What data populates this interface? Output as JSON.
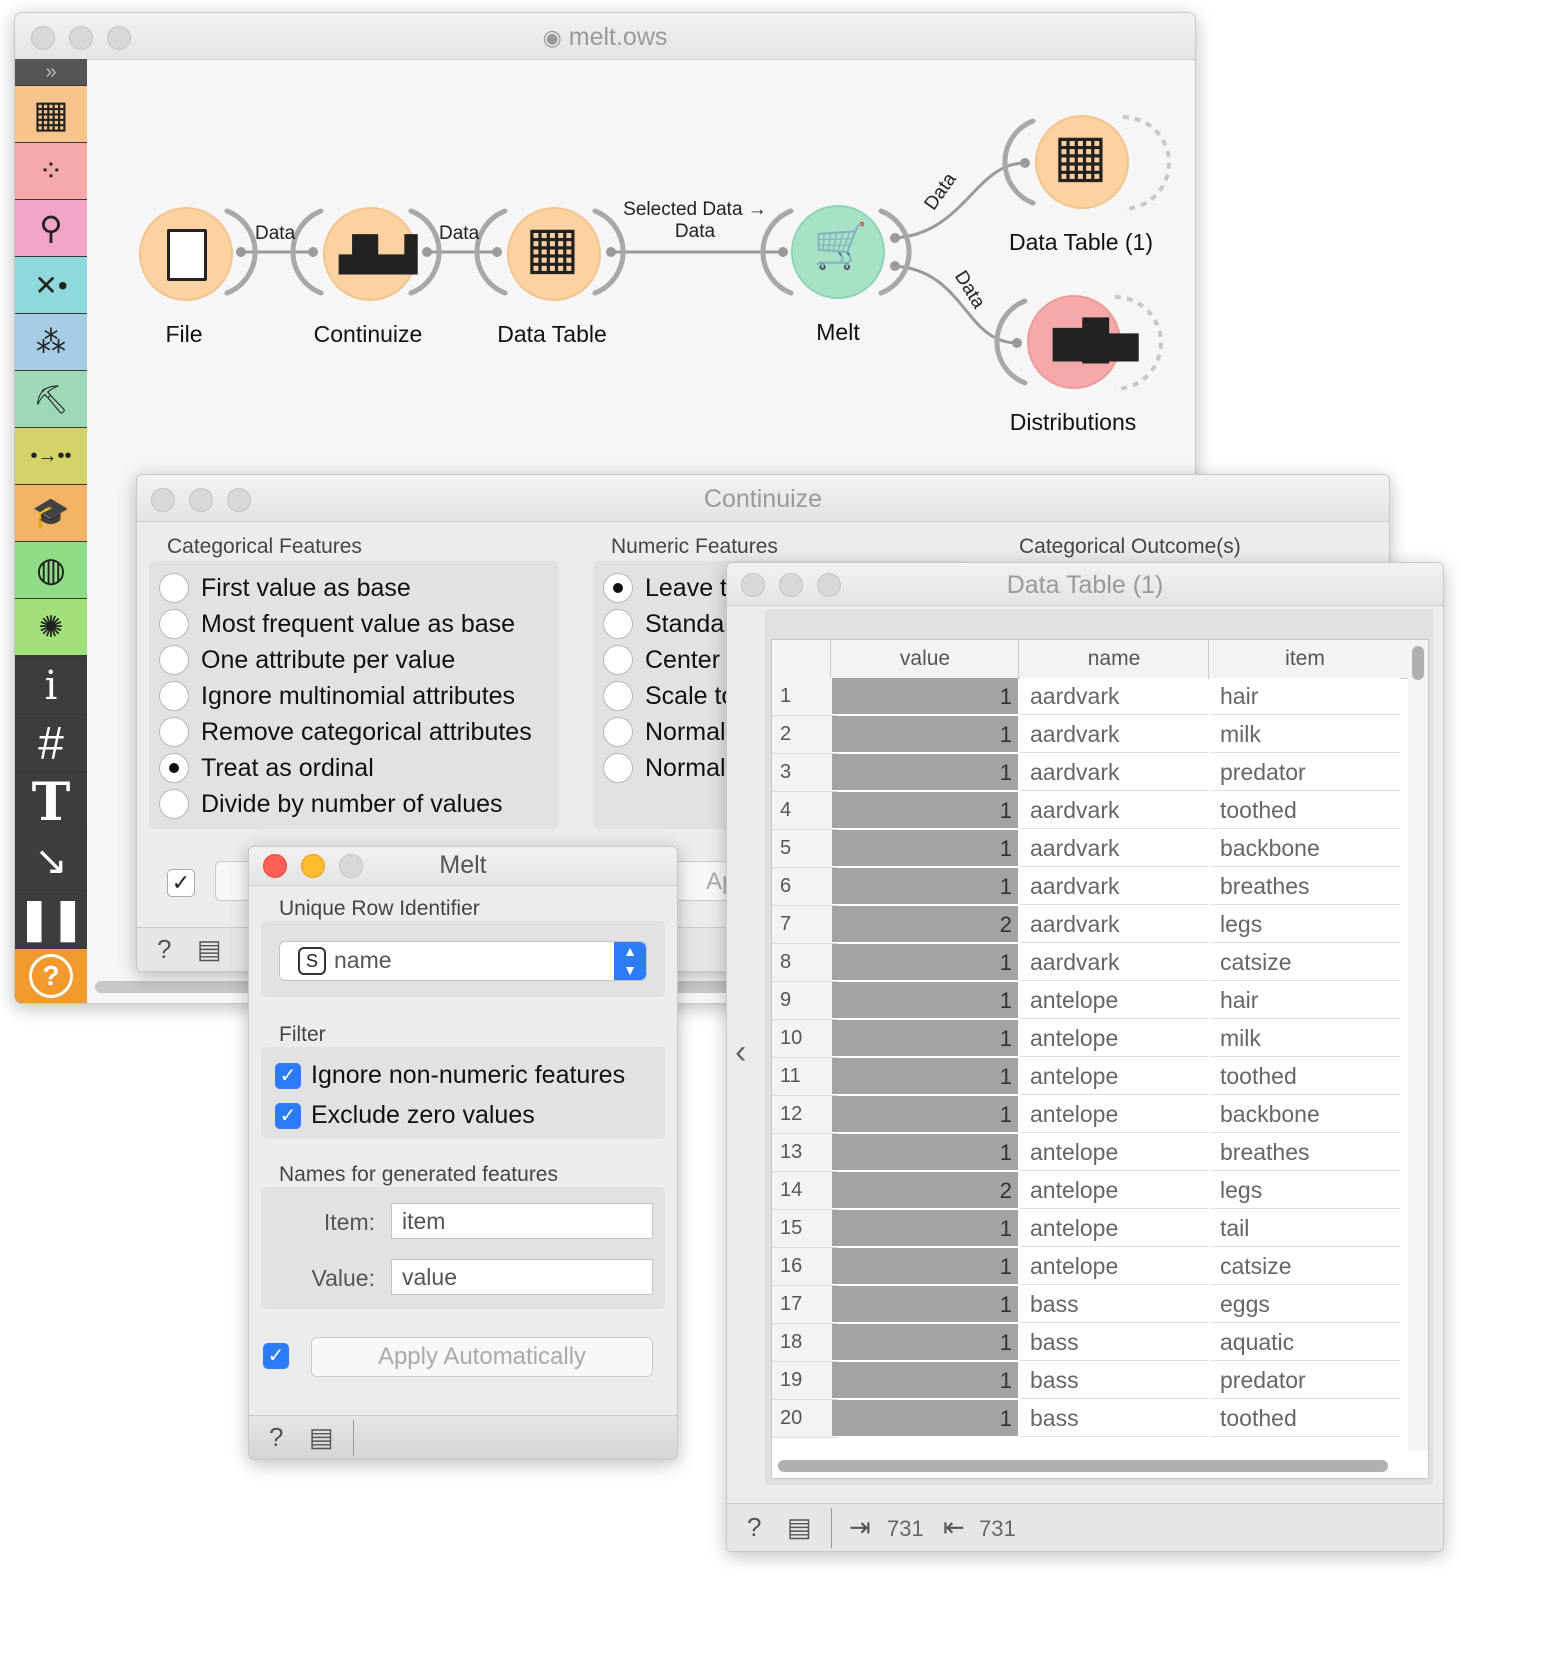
{
  "canvas": {
    "title": "melt.ows",
    "nodes": {
      "file": "File",
      "continuize": "Continuize",
      "data_table": "Data Table",
      "melt": "Melt",
      "data_table_1": "Data Table (1)",
      "distributions": "Distributions"
    },
    "links": {
      "file_continuize": "Data",
      "continuize_datatable": "Data",
      "datatable_melt_line1": "Selected Data →",
      "datatable_melt_line2": "Data",
      "melt_datatable1": "Data",
      "melt_distributions": "Data"
    }
  },
  "continuize": {
    "title": "Continuize",
    "categorical_label": "Categorical Features",
    "categorical_options": [
      "First value as base",
      "Most frequent value as base",
      "One attribute per value",
      "Ignore multinomial attributes",
      "Remove categorical attributes",
      "Treat as ordinal",
      "Divide by number of values"
    ],
    "categorical_selected": 5,
    "numeric_label": "Numeric Features",
    "numeric_options": [
      "Leave tl",
      "Standar",
      "Center t",
      "Scale to",
      "Normali",
      "Normali"
    ],
    "numeric_selected": 0,
    "outcome_label": "Categorical Outcome(s)",
    "apply_label": "Apply"
  },
  "melt": {
    "title": "Melt",
    "row_id_label": "Unique Row Identifier",
    "row_id_value": "name",
    "row_id_type_icon": "S",
    "filter_label": "Filter",
    "ignore_non_numeric": "Ignore non-numeric features",
    "exclude_zero": "Exclude zero values",
    "names_label": "Names for generated features",
    "item_label": "Item:",
    "item_value": "item",
    "value_label": "Value:",
    "value_value": "value",
    "apply_auto": "Apply Automatically"
  },
  "data_table": {
    "title": "Data Table (1)",
    "columns": [
      "value",
      "name",
      "item"
    ],
    "rows": [
      [
        "1",
        "1",
        "aardvark",
        "hair"
      ],
      [
        "2",
        "1",
        "aardvark",
        "milk"
      ],
      [
        "3",
        "1",
        "aardvark",
        "predator"
      ],
      [
        "4",
        "1",
        "aardvark",
        "toothed"
      ],
      [
        "5",
        "1",
        "aardvark",
        "backbone"
      ],
      [
        "6",
        "1",
        "aardvark",
        "breathes"
      ],
      [
        "7",
        "2",
        "aardvark",
        "legs"
      ],
      [
        "8",
        "1",
        "aardvark",
        "catsize"
      ],
      [
        "9",
        "1",
        "antelope",
        "hair"
      ],
      [
        "10",
        "1",
        "antelope",
        "milk"
      ],
      [
        "11",
        "1",
        "antelope",
        "toothed"
      ],
      [
        "12",
        "1",
        "antelope",
        "backbone"
      ],
      [
        "13",
        "1",
        "antelope",
        "breathes"
      ],
      [
        "14",
        "2",
        "antelope",
        "legs"
      ],
      [
        "15",
        "1",
        "antelope",
        "tail"
      ],
      [
        "16",
        "1",
        "antelope",
        "catsize"
      ],
      [
        "17",
        "1",
        "bass",
        "eggs"
      ],
      [
        "18",
        "1",
        "bass",
        "aquatic"
      ],
      [
        "19",
        "1",
        "bass",
        "predator"
      ],
      [
        "20",
        "1",
        "bass",
        "toothed"
      ]
    ],
    "input_count": "731",
    "output_count": "731"
  }
}
